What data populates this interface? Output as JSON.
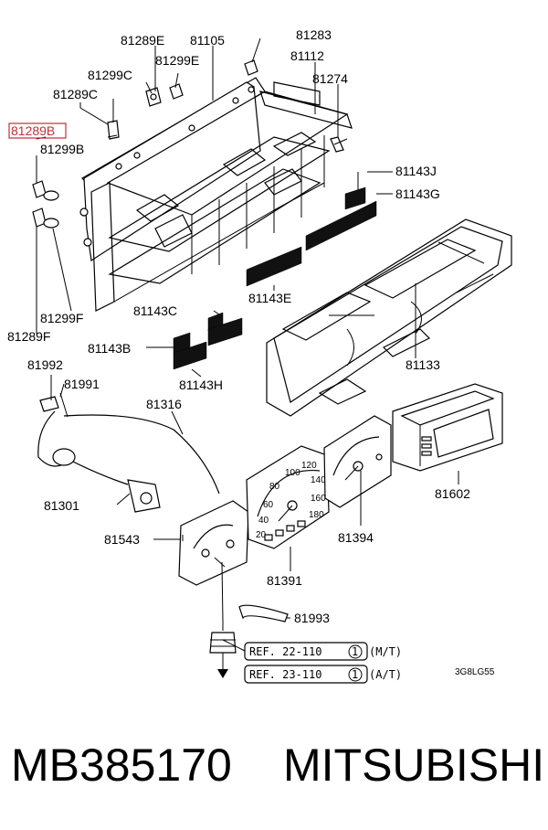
{
  "diagram": {
    "part_labels": {
      "p81289E": "81289E",
      "p81105": "81105",
      "p81283": "81283",
      "p81299C": "81299C",
      "p81299E": "81299E",
      "p81112": "81112",
      "p81289C": "81289C",
      "p81274": "81274",
      "p81289B": "81289B",
      "p81299B": "81299B",
      "p81143J": "81143J",
      "p81143G": "81143G",
      "p81299F": "81299F",
      "p81289F": "81289F",
      "p81143E": "81143E",
      "p81143C": "81143C",
      "p81143B": "81143B",
      "p81143H": "81143H",
      "p81133": "81133",
      "p81992": "81992",
      "p81991": "81991",
      "p81316": "81316",
      "p81602": "81602",
      "p81301": "81301",
      "p81543": "81543",
      "p81394": "81394",
      "p81391": "81391",
      "p81993": "81993"
    },
    "references": [
      {
        "prefix": "REF. 22-110",
        "circled": "1",
        "suffix": "(M/T)"
      },
      {
        "prefix": "REF. 23-110",
        "circled": "1",
        "suffix": "(A/T)"
      }
    ],
    "diagram_code": "3G8LG55",
    "gauge_marks": {
      "speedo_60": "60",
      "speedo_80": "80",
      "speedo_100": "100",
      "speedo_120": "120",
      "speedo_140": "140",
      "speedo_40": "40",
      "speedo_160": "160",
      "speedo_20": "20",
      "speedo_180": "180"
    },
    "highlight_color": "#c0303a"
  },
  "footer": {
    "part_number": "MB385170",
    "brand": "MITSUBISHI"
  }
}
